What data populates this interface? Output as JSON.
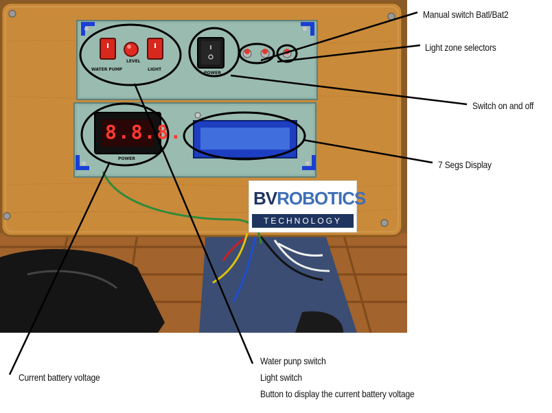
{
  "annotations": {
    "manual_switch": "Manual switch Batl/Bat2",
    "light_zone": "Light zone selectors",
    "switch_on_off": "Switch on and off",
    "seven_seg": "7 Segs Display",
    "battery_voltage": "Current battery voltage",
    "bottom_group": [
      "Water punp switch",
      "Light switch",
      "Button to display the current battery voltage"
    ]
  },
  "brand": {
    "main_dark": "BV",
    "main_accent": "ROBOTICS",
    "sub": "TECHNOLOGY"
  },
  "panel_labels": {
    "water_pump": "WATER PUMP",
    "level": "LEVEL",
    "light": "LIGHT",
    "power_switch": "POWER",
    "power_voltmeter": "POWER",
    "voltmeter_digits": "8.8.8."
  },
  "colors": {
    "wood": "#c98a3a",
    "panel": "#8fb3a8",
    "rocker_red": "#d8281e",
    "lcd_blue": "#2c5bd6",
    "seg_red": "#ff3b2e",
    "annotation_line": "#000000"
  },
  "icons": [
    "rocker-switch-icon",
    "push-button-icon",
    "toggle-switch-icon",
    "screw-icon"
  ]
}
